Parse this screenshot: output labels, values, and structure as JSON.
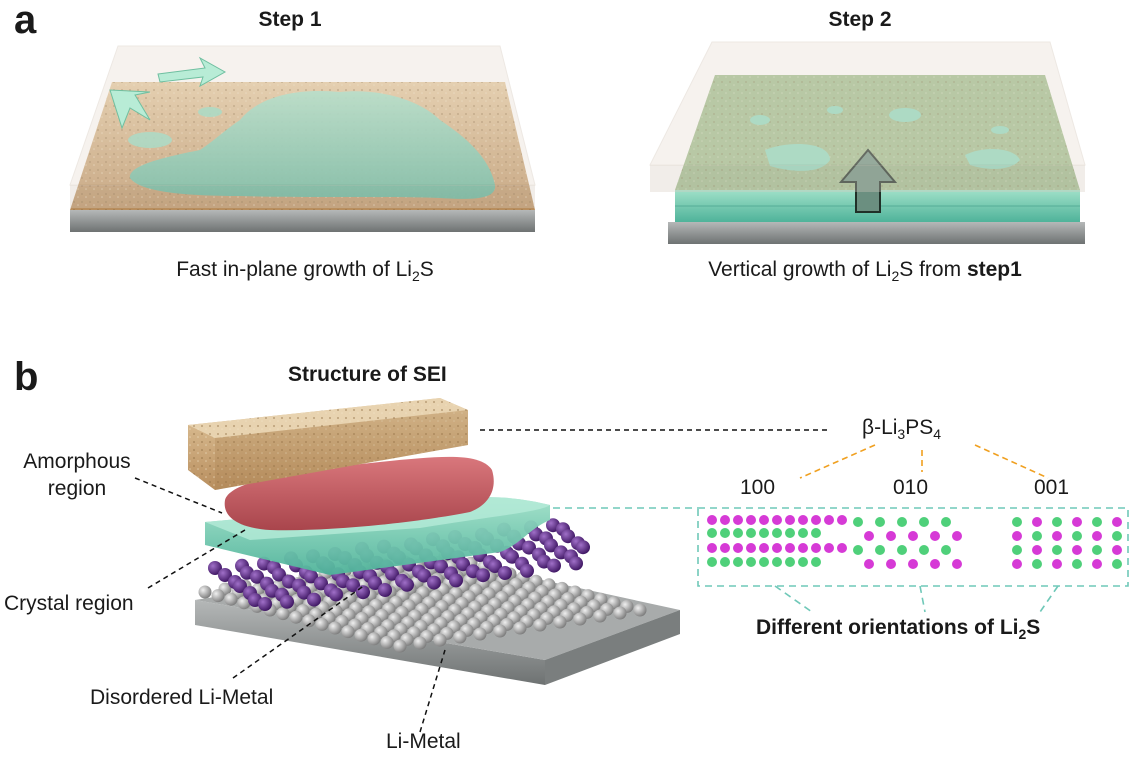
{
  "panel_a": {
    "letter": "a",
    "step1": {
      "title": "Step 1",
      "caption_prefix": "Fast in-plane growth of Li",
      "caption_sub": "2",
      "caption_suffix": "S"
    },
    "step2": {
      "title": "Step 2",
      "caption_prefix": "Vertical growth of Li",
      "caption_sub": "2",
      "caption_suffix": "S from ",
      "caption_bold": "step1"
    }
  },
  "panel_b": {
    "letter": "b",
    "title": "Structure of SEI",
    "labels": {
      "amorphous_line1": "Amorphous",
      "amorphous_line2": "region",
      "crystal": "Crystal region",
      "disordered": "Disordered Li-Metal",
      "li_metal": "Li-Metal"
    },
    "phase": {
      "prefix": "β-Li",
      "sub1": "3",
      "mid": "PS",
      "sub2": "4"
    },
    "orientations": [
      "100",
      "010",
      "001"
    ],
    "orientation_caption": {
      "prefix": "Different orientations of Li",
      "sub": "2",
      "suffix": "S"
    }
  },
  "colors": {
    "li2s_teal": "#7fd4b4",
    "electrolyte_tan": "#d8b88a",
    "amorphous_red": "#c9656b",
    "disordered_purple": "#5a2a82",
    "li_metal_gray": "#9a9a9a",
    "atom_magenta": "#d63ad6",
    "atom_green": "#4fd07a",
    "orientation_orange": "#f0a020",
    "dash_teal": "#6fc8b8"
  }
}
